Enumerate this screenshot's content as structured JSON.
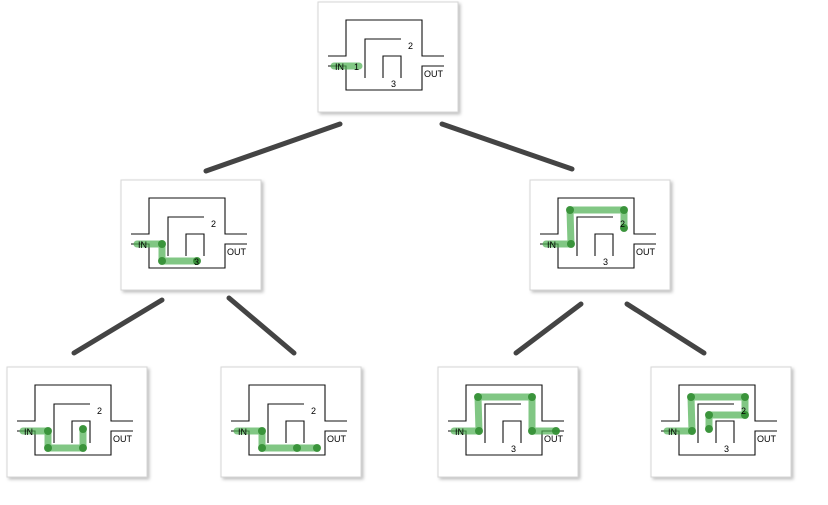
{
  "labels": {
    "in": "IN",
    "out": "OUT"
  },
  "colors": {
    "path": "#4caf50",
    "node": "#2e8b2e",
    "edge": "#444444"
  },
  "nodes": [
    {
      "id": "root",
      "tag1": "1",
      "tag2": "2",
      "tag3": "3",
      "route": [
        "IN",
        "1"
      ]
    },
    {
      "id": "left",
      "tag1": "",
      "tag2": "2",
      "tag3": "3",
      "route": [
        "IN",
        "1",
        "3"
      ]
    },
    {
      "id": "right",
      "tag1": "",
      "tag2": "2",
      "tag3": "3",
      "route": [
        "IN",
        "1",
        "2"
      ]
    },
    {
      "id": "left-left",
      "tag1": "",
      "tag2": "2",
      "tag3": "",
      "route": [
        "IN",
        "1",
        "3",
        "up"
      ]
    },
    {
      "id": "left-right",
      "tag1": "",
      "tag2": "2",
      "tag3": "",
      "route": [
        "IN",
        "1",
        "3",
        "end"
      ]
    },
    {
      "id": "right-left",
      "tag1": "",
      "tag2": "",
      "tag3": "3",
      "route": [
        "IN",
        "1",
        "2",
        "OUT"
      ]
    },
    {
      "id": "right-right",
      "tag1": "",
      "tag2": "2",
      "tag3": "3",
      "route": [
        "IN",
        "1",
        "2",
        "inner"
      ]
    }
  ]
}
